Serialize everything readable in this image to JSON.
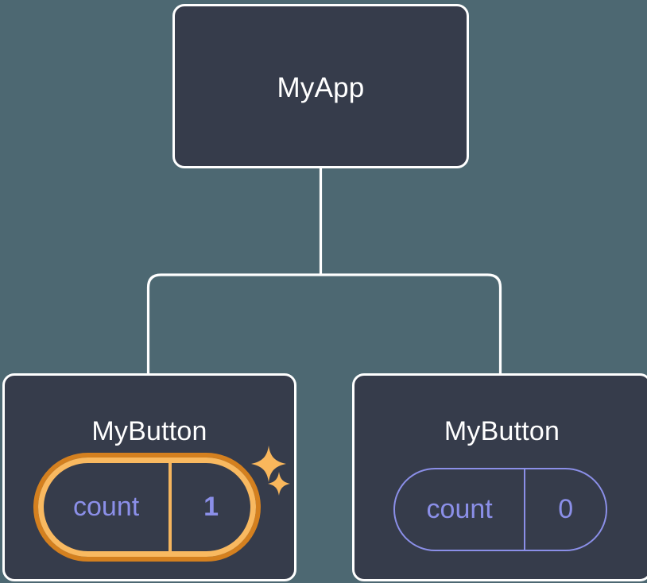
{
  "diagram": {
    "type": "component-tree",
    "background_color": "#4d6872",
    "card_fill": "#363c4b",
    "card_border": "#ffffff",
    "connector_color": "#ffffff",
    "accent_highlight_outer": "#d4801f",
    "accent_highlight_inner": "#f9b960",
    "state_text_color": "#8b8fe8",
    "sparkle_color": "#f9b75c",
    "root": {
      "label": "MyApp"
    },
    "children": [
      {
        "label": "MyButton",
        "state": {
          "key": "count",
          "value": "1"
        },
        "highlighted": true,
        "sparkles": true
      },
      {
        "label": "MyButton",
        "state": {
          "key": "count",
          "value": "0"
        },
        "highlighted": false,
        "sparkles": false
      }
    ]
  }
}
